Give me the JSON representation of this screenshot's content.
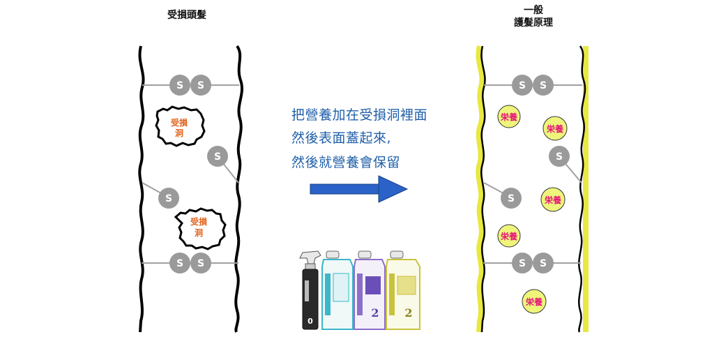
{
  "left_panel": {
    "title": "受損頭髮",
    "bond_label": "S",
    "damage_label_line1": "受損",
    "damage_label_line2": "洞"
  },
  "right_panel": {
    "title_line1": "一般",
    "title_line2": "護髮原理",
    "bond_label": "S",
    "nutrient_label": "栄養"
  },
  "middle": {
    "caption_lines": [
      "把營養加在受損洞裡面",
      "然後表面蓋起來,",
      "然後就營養會保留"
    ]
  },
  "products": {
    "bottle1_number": "0",
    "bottle3_number": "2",
    "bottle4_number": "2"
  },
  "colors": {
    "hair_outline": "#000000",
    "bond_circle": "#9a9a9a",
    "bond_line": "#a0a0a0",
    "damage_text": "#e0621c",
    "nutrient_fill": "#eef57a",
    "nutrient_text": "#e6167a",
    "coating": "#e8e840",
    "arrow": "#2a62c8",
    "caption_text": "#1f5fa8"
  }
}
